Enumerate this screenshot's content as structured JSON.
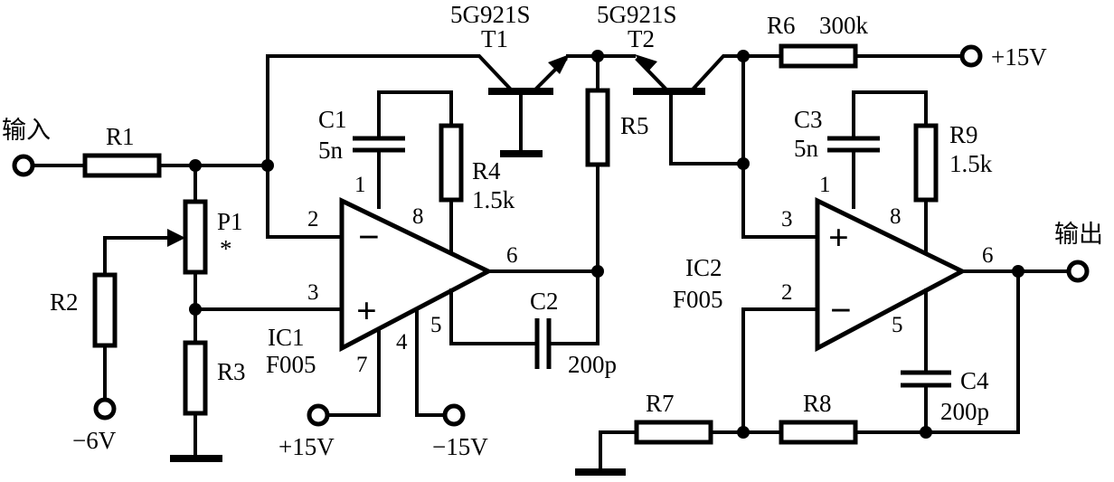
{
  "input_label": "输入",
  "output_label": "输出",
  "transistors": {
    "t1": {
      "type": "5G921S",
      "name": "T1"
    },
    "t2": {
      "type": "5G921S",
      "name": "T2"
    }
  },
  "resistors": {
    "r1": "R1",
    "r2": "R2",
    "r3": "R3",
    "r4": "R4",
    "r4_value": "1.5k",
    "r5": "R5",
    "r6": "R6",
    "r6_value": "300k",
    "r7": "R7",
    "r8": "R8",
    "r9": "R9",
    "r9_value": "1.5k"
  },
  "potentiometer": {
    "name": "P1",
    "mark": "*"
  },
  "capacitors": {
    "c1": "C1",
    "c1_value": "5n",
    "c2": "C2",
    "c2_value": "200p",
    "c3": "C3",
    "c3_value": "5n",
    "c4": "C4",
    "c4_value": "200p"
  },
  "ic1": {
    "name": "IC1",
    "part": "F005",
    "pins": {
      "p1": "1",
      "p2": "2",
      "p3": "3",
      "p4": "4",
      "p5": "5",
      "p6": "6",
      "p7": "7",
      "p8": "8"
    },
    "minus": "−",
    "plus": "+"
  },
  "ic2": {
    "name": "IC2",
    "part": "F005",
    "pins": {
      "p1": "1",
      "p2": "2",
      "p3": "3",
      "p5": "5",
      "p6": "6",
      "p8": "8"
    },
    "minus": "−",
    "plus": "+"
  },
  "supplies": {
    "neg6": "−6V",
    "pos15_ic1": "+15V",
    "neg15_ic1": "−15V",
    "pos15_top": "+15V"
  }
}
